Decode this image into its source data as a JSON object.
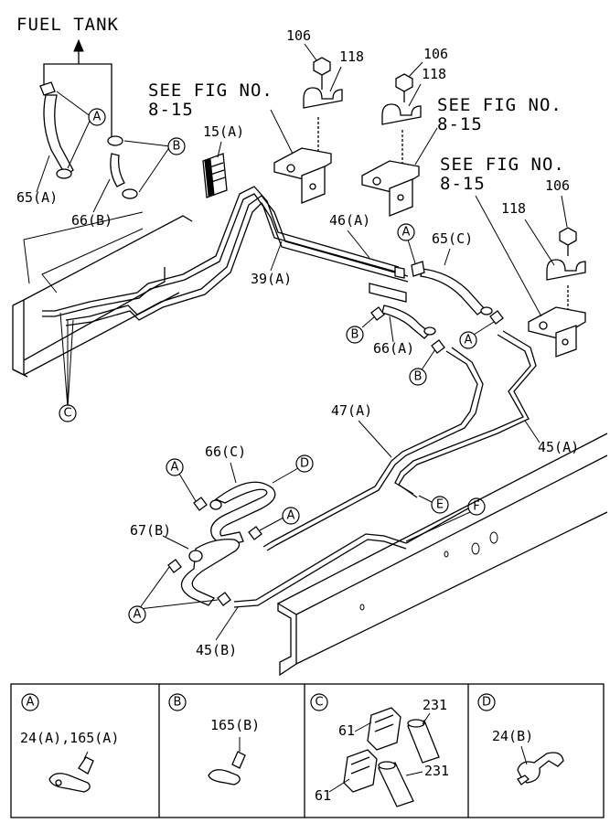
{
  "title": "FUEL TANK",
  "see_fig": [
    "SEE FIG NO.",
    "8-15"
  ],
  "labels": {
    "l106a": "106",
    "l118a": "118",
    "l106b": "106",
    "l118b": "118",
    "l106c": "106",
    "l118c": "118",
    "l15a": "15(A)",
    "l65a": "65(A)",
    "l66b": "66(B)",
    "l46a": "46(A)",
    "l65c": "65(C)",
    "l39a": "39(A)",
    "l66a": "66(A)",
    "l47a": "47(A)",
    "l45a": "45(A)",
    "l66c": "66(C)",
    "l67b": "67(B)",
    "l45b": "45(B)"
  },
  "callouts": {
    "a": "A",
    "b": "B",
    "c": "C",
    "d": "D",
    "e": "E",
    "f": "F"
  },
  "legend": [
    {
      "letter": "A",
      "parts": [
        "24(A),165(A)"
      ]
    },
    {
      "letter": "B",
      "parts": [
        "165(B)"
      ]
    },
    {
      "letter": "C",
      "parts": [
        "231",
        "61",
        "231",
        "61"
      ]
    },
    {
      "letter": "D",
      "parts": [
        "24(B)"
      ]
    }
  ]
}
